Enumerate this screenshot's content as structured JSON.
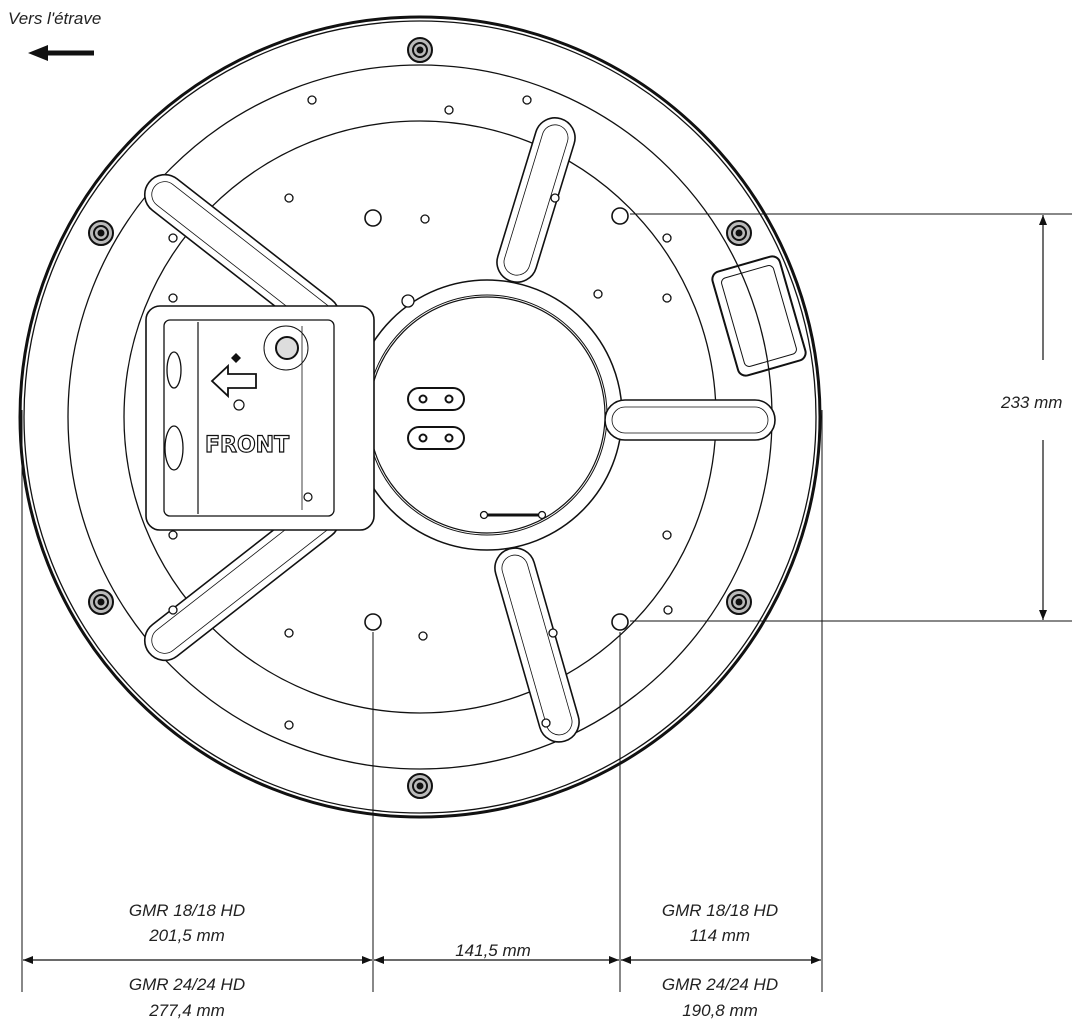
{
  "direction_label": "Vers l'étrave",
  "front_label": "FRONT",
  "dim_vertical": "233 mm",
  "dim_left": {
    "model_a": "GMR 18/18 HD",
    "value_a": "201,5 mm",
    "model_b": "GMR 24/24 HD",
    "value_b": "277,4 mm"
  },
  "dim_middle": "141,5 mm",
  "dim_right": {
    "model_a": "GMR 18/18 HD",
    "value_a": "114 mm",
    "model_b": "GMR 24/24 HD",
    "value_b": "190,8 mm"
  },
  "colors": {
    "line": "#111111",
    "text": "#222222",
    "background": "#ffffff"
  }
}
